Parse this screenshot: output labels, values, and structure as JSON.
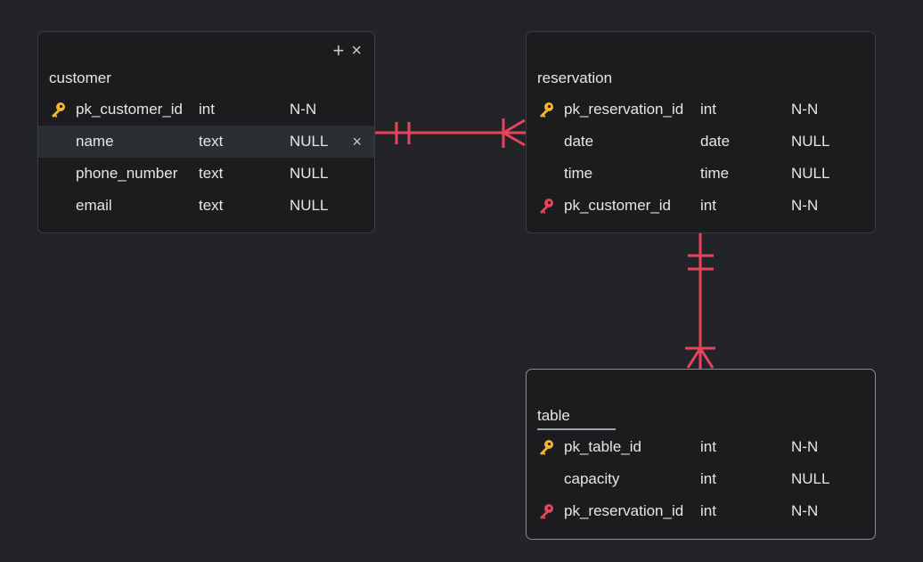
{
  "entities": {
    "customer": {
      "name": "customer",
      "actions": {
        "add": "+",
        "close": "×"
      },
      "columns": [
        {
          "name": "pk_customer_id",
          "type": "int",
          "nullable": "N-N",
          "key": "primary"
        },
        {
          "name": "name",
          "type": "text",
          "nullable": "NULL",
          "key": "none",
          "hovered": true,
          "delete": "×"
        },
        {
          "name": "phone_number",
          "type": "text",
          "nullable": "NULL",
          "key": "none"
        },
        {
          "name": "email",
          "type": "text",
          "nullable": "NULL",
          "key": "none"
        }
      ]
    },
    "reservation": {
      "name": "reservation",
      "columns": [
        {
          "name": "pk_reservation_id",
          "type": "int",
          "nullable": "N-N",
          "key": "primary"
        },
        {
          "name": "date",
          "type": "date",
          "nullable": "NULL",
          "key": "none"
        },
        {
          "name": "time",
          "type": "time",
          "nullable": "NULL",
          "key": "none"
        },
        {
          "name": "pk_customer_id",
          "type": "int",
          "nullable": "N-N",
          "key": "foreign"
        }
      ]
    },
    "table": {
      "name": "table",
      "columns": [
        {
          "name": "pk_table_id",
          "type": "int",
          "nullable": "N-N",
          "key": "primary"
        },
        {
          "name": "capacity",
          "type": "int",
          "nullable": "NULL",
          "key": "none"
        },
        {
          "name": "pk_reservation_id",
          "type": "int",
          "nullable": "N-N",
          "key": "foreign"
        }
      ]
    }
  },
  "relationships": [
    {
      "from": "customer",
      "to": "reservation",
      "from_cardinality": "one-and-only-one",
      "to_cardinality": "one-or-many"
    },
    {
      "from": "reservation",
      "to": "table",
      "from_cardinality": "one-and-only-one",
      "to_cardinality": "one-or-many"
    }
  ],
  "colors": {
    "background": "#232428",
    "entity": "#1c1c1f",
    "relationship": "#e5445e",
    "primary_key": "#f5b52e",
    "foreign_key": "#e5445e",
    "row_hover": "#2b2e33"
  },
  "icons": {
    "primary_key": "key-icon",
    "foreign_key": "foreign-key-icon"
  }
}
